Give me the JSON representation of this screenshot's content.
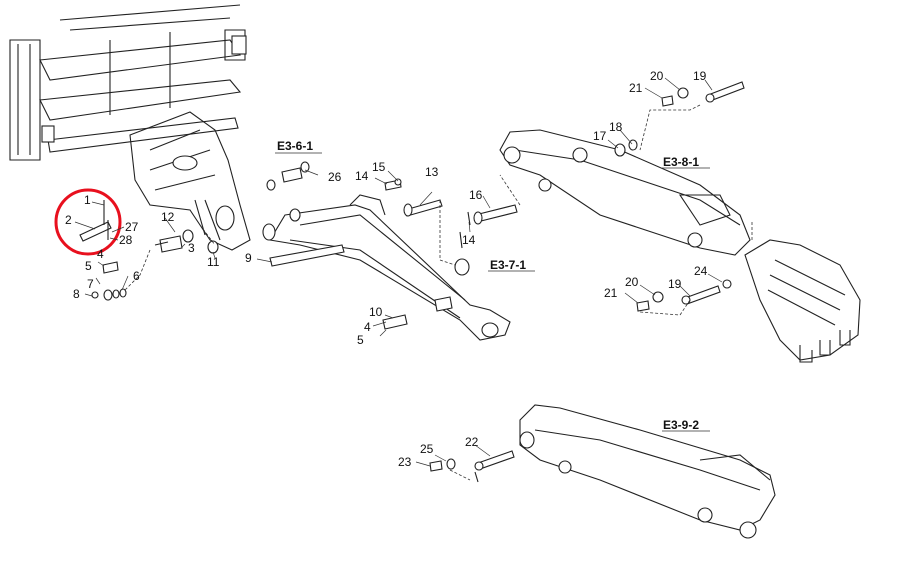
{
  "references": [
    "E3-6-1",
    "E3-7-1",
    "E3-8-1",
    "E3-9-2"
  ],
  "callouts": [
    "1",
    "2",
    "27",
    "28",
    "3",
    "4",
    "5",
    "6",
    "7",
    "8",
    "12",
    "11",
    "9",
    "26",
    "14",
    "15",
    "13",
    "16",
    "14",
    "10",
    "4",
    "5",
    "17",
    "18",
    "20",
    "21",
    "19",
    "20",
    "21",
    "19",
    "24",
    "25",
    "23",
    "22"
  ],
  "highlight": {
    "color": "#e8101e",
    "target": "1"
  }
}
